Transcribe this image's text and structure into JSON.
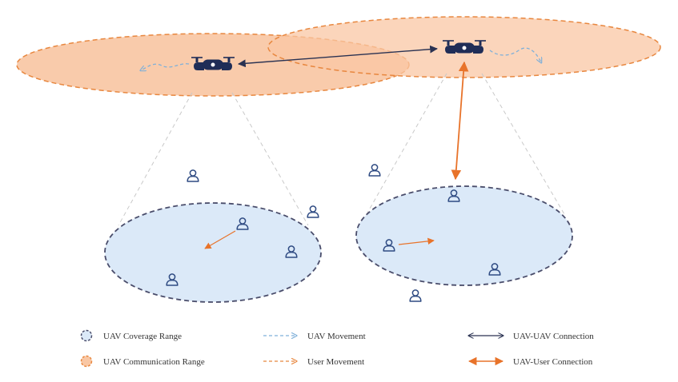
{
  "colors": {
    "communication_fill": "#f9c7a4",
    "communication_stroke": "#e8873f",
    "coverage_fill": "#dbe9f8",
    "coverage_stroke": "#4a4d6b",
    "uav_body": "#1f2d57",
    "user_icon": "#2e4a82",
    "uav_uav_connection": "#2a3252",
    "uav_user_connection": "#e8732a",
    "uav_movement": "#7fb0d9",
    "user_movement": "#e8873f",
    "projection_line": "#c9c9c9"
  },
  "icons": {
    "uav": "drone-icon",
    "user": "user-icon"
  },
  "legend": {
    "coverage_range": "UAV Coverage Range",
    "communication_range": "UAV Communication Range",
    "uav_movement": "UAV Movement",
    "user_movement": "User Movement",
    "uav_uav_connection": "UAV-UAV Connection",
    "uav_user_connection": "UAV-User Connection"
  }
}
